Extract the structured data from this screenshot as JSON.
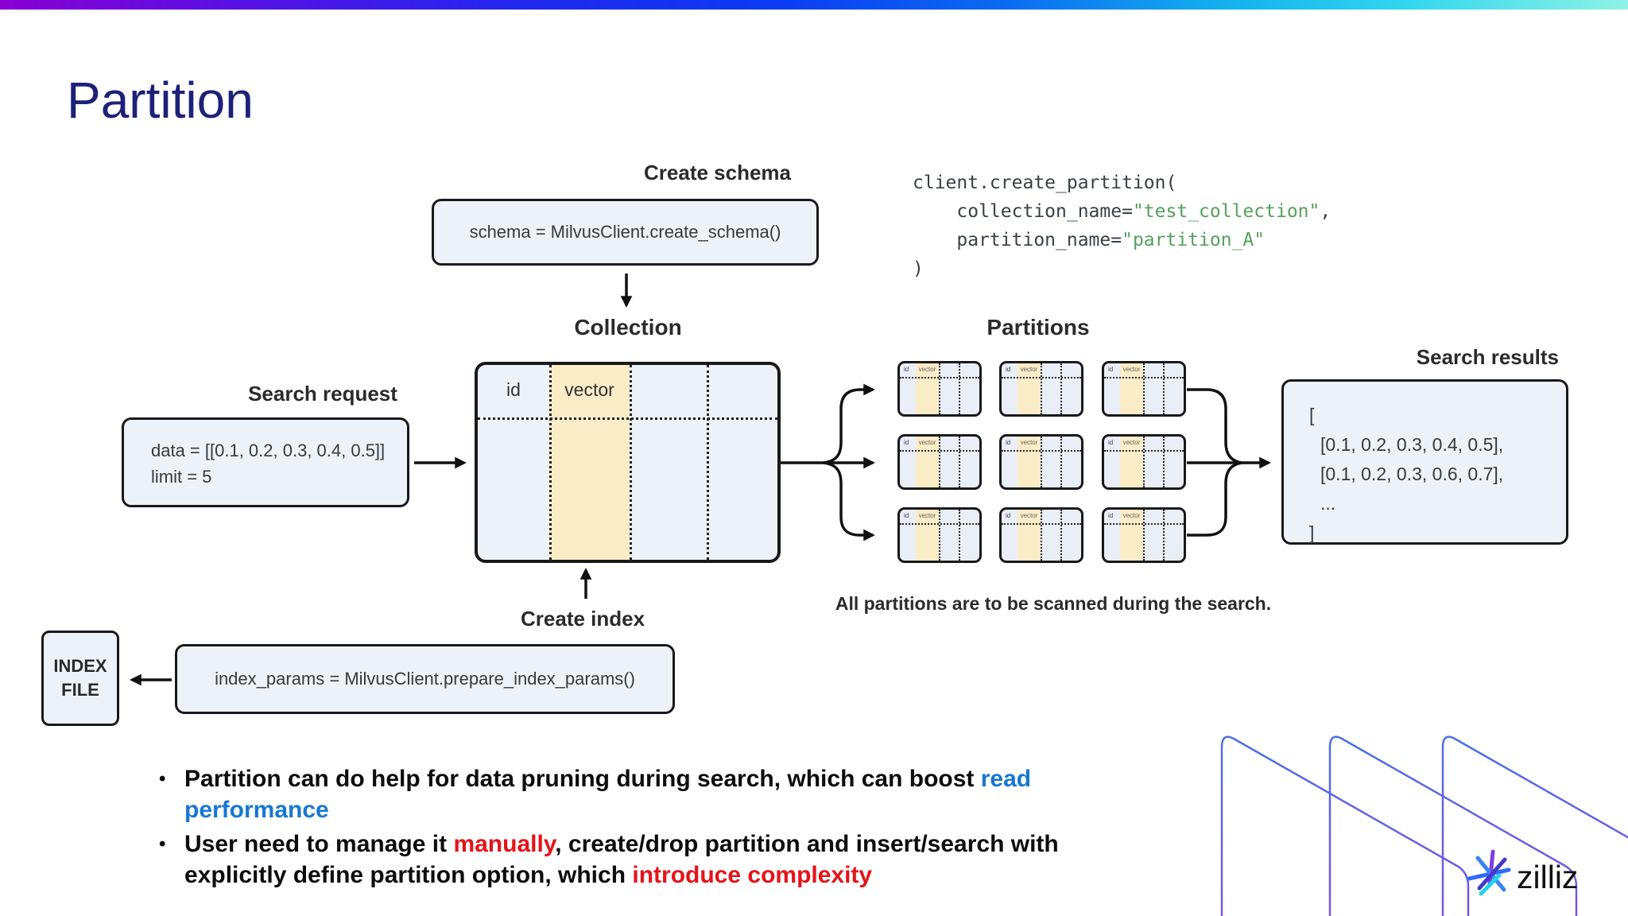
{
  "slide": {
    "title": "Partition"
  },
  "diagram": {
    "create_schema": {
      "label": "Create schema",
      "code": "schema = MilvusClient.create_schema()"
    },
    "snippet": {
      "line1": "client.create_partition(",
      "line2_pre": "    collection_name=",
      "line2_str": "\"test_collection\"",
      "line2_post": ",",
      "line3_pre": "    partition_name=",
      "line3_str": "\"partition_A\"",
      "line4": ")"
    },
    "collection": {
      "label": "Collection",
      "col_id": "id",
      "col_vector": "vector"
    },
    "search_request": {
      "label": "Search request",
      "line1": "data = [[0.1, 0.2, 0.3, 0.4, 0.5]]",
      "line2": "limit = 5"
    },
    "partitions": {
      "label": "Partitions",
      "col_id": "id",
      "col_vector": "vector"
    },
    "search_results": {
      "label": "Search results",
      "lines": [
        "[",
        "[0.1, 0.2, 0.3, 0.4, 0.5],",
        "[0.1, 0.2, 0.3, 0.6, 0.7],",
        "...",
        "]"
      ]
    },
    "scan_note": "All partitions are to be scanned during the search.",
    "create_index": {
      "label": "Create index",
      "code": "index_params = MilvusClient.prepare_index_params()"
    },
    "index_file": {
      "line1": "INDEX",
      "line2": "FILE"
    }
  },
  "bullets": {
    "b1": {
      "t1": "Partition can do help for data pruning during search, which can boost ",
      "blue1": "read",
      "blue2": "performance"
    },
    "b2": {
      "t1": "User need to manage it ",
      "red1": "manually",
      "t2": ", create/drop partition and insert/search with",
      "t3": "explicitly define partition option, which ",
      "red2": "introduce complexity"
    }
  },
  "footer": {
    "logo_text": "zilliz"
  },
  "colors": {
    "title_navy": "#1e2178",
    "accent_blue_text": "#1777d2",
    "accent_red_text": "#e51318",
    "code_string_green": "#57a05c",
    "box_fill": "#edf1f8",
    "vector_band_yellow": "#faecc7",
    "arrow_black": "#111111",
    "deco_stroke_blue": "#4f6ee4",
    "topbar_gradient": [
      "#8a00d4",
      "#1531ee",
      "#14b4ee",
      "#8ef2e6"
    ]
  }
}
